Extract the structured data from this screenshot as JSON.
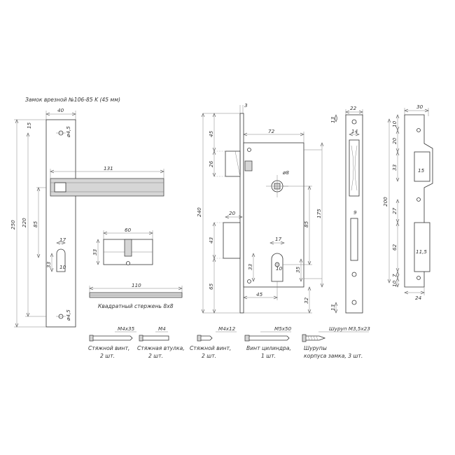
{
  "title": "Замок врезной №106-85 K (45 мм)",
  "faceplate": {
    "width": "40",
    "top_offset": "15",
    "hole_top": "ø4,5",
    "height_total": "250",
    "height_220": "220",
    "height_85": "85",
    "cyl_width": "17",
    "cyl_height": "33",
    "cyl_radius": "10",
    "hole_bottom": "ø4,5"
  },
  "handle": {
    "length": "131"
  },
  "cylinder": {
    "length": "60",
    "height": "33"
  },
  "spindle": {
    "length": "110",
    "caption": "Квадратный стержень 8х8"
  },
  "body": {
    "front_thickness": "3",
    "depth": "72",
    "latch_height": "26",
    "latch_offset": "45",
    "spindle_size": "ø8",
    "height": "240",
    "bolt_width": "20",
    "bolt_height": "43",
    "bottom_offset": "65",
    "distance_85": "85",
    "height_175": "175",
    "cyl_width": "17",
    "cyl_height": "33",
    "cyl_radius": "10",
    "cyl_offset": "35",
    "backset": "45",
    "bottom_32": "32"
  },
  "side": {
    "width": "22",
    "top_13": "13",
    "latch_width": "14",
    "bolt_width": "9",
    "bottom_13": "13"
  },
  "strike": {
    "width": "30",
    "top_10": "10",
    "dim_20": "20",
    "dim_33": "33",
    "latch_opening": "15",
    "height": "200",
    "dim_27": "27",
    "dim_62": "62",
    "bolt_opening": "11,5",
    "dim_7": "7",
    "dim_10": "10",
    "bottom_width": "24"
  },
  "accessories": [
    {
      "size": "M4х35",
      "name": "Стяжной винт,",
      "qty": "2 шт."
    },
    {
      "size": "M4",
      "name": "Стяжная втулка,",
      "qty": "2 шт."
    },
    {
      "size": "M4х12",
      "name": "Стяжной винт,",
      "qty": "2 шт."
    },
    {
      "size": "M5х50",
      "name": "Винт цилиндра,",
      "qty": "1 шт."
    },
    {
      "size": "Шуруп M3,5х23",
      "name": "Шурупы",
      "qty": "корпуса замка, 3 шт."
    }
  ]
}
